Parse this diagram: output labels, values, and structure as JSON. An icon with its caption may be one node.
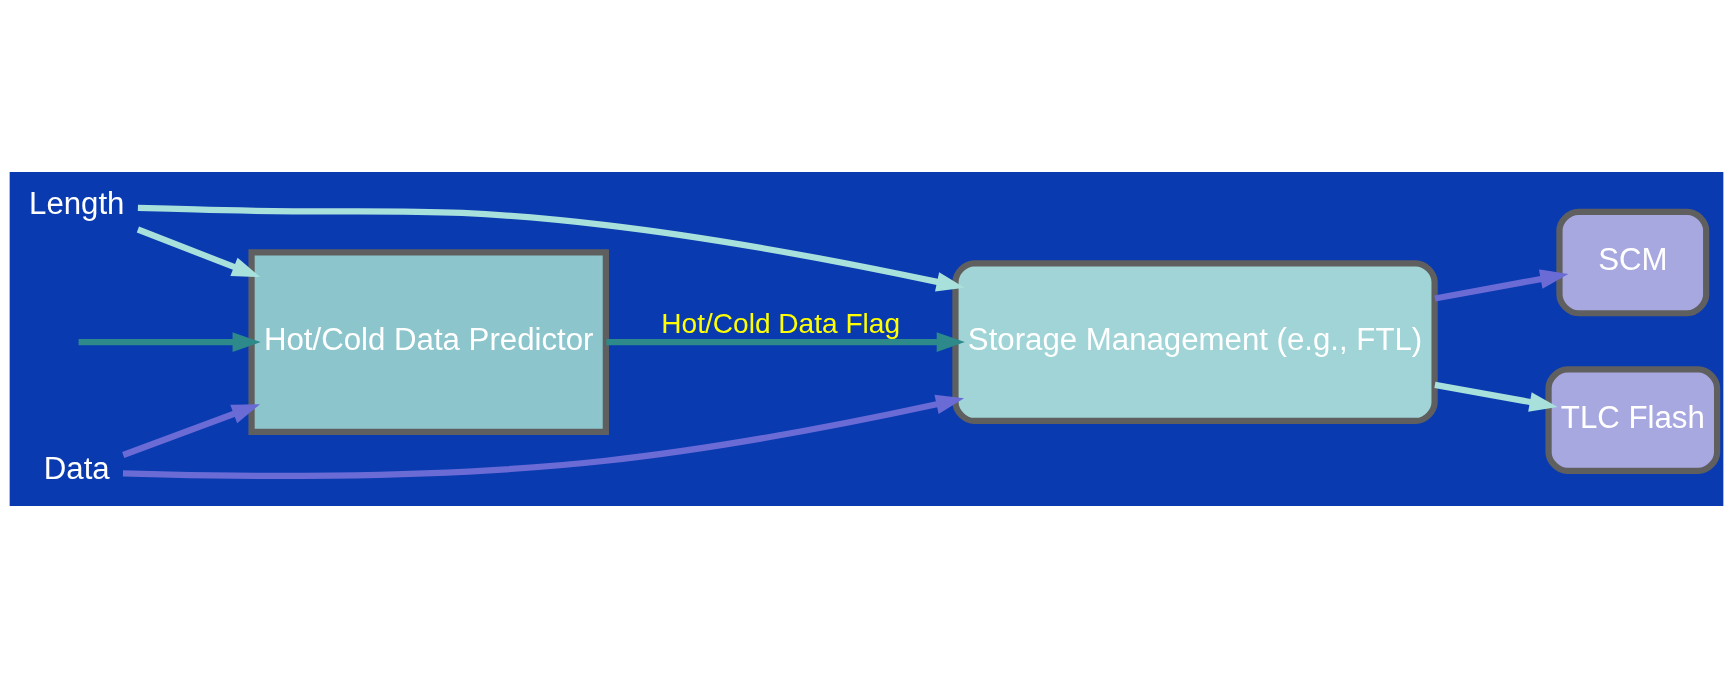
{
  "diagram": {
    "nodes": [
      {
        "text": [
          "Data"
        ]
      },
      {
        "text": [
          "Length"
        ]
      },
      {
        "text": [
          "Hot/Cold Data Predictor"
        ]
      },
      {
        "text": [
          "Storage Management (e.g., FTL)"
        ]
      },
      {
        "text": [
          "SCM"
        ]
      },
      {
        "text": [
          "TLC Flash"
        ]
      }
    ],
    "edges": [
      {
        "from": 0,
        "to": 2,
        "arrow": "to",
        "color": "#6b6bd6"
      },
      {
        "from": 0,
        "to": 3,
        "arrow": "to",
        "color": "#6b6bd6"
      },
      {
        "from": 1,
        "to": 2,
        "arrow": "to",
        "color": "#a8e0dc"
      },
      {
        "from": 1,
        "to": 3,
        "arrow": "to",
        "color": "#a8e0dc"
      },
      {
        "from": null,
        "to": 2,
        "arrow": "to",
        "color": "#2e8a8a"
      },
      {
        "from": 2,
        "to": 3,
        "arrow": "to",
        "label": "Hot/Cold Data Flag",
        "color": "#2e8a8a"
      },
      {
        "from": 3,
        "to": 4,
        "arrow": "to",
        "color": "#6b6bd6"
      },
      {
        "from": 3,
        "to": 5,
        "arrow": "to",
        "color": "#a8e0dc"
      }
    ]
  }
}
